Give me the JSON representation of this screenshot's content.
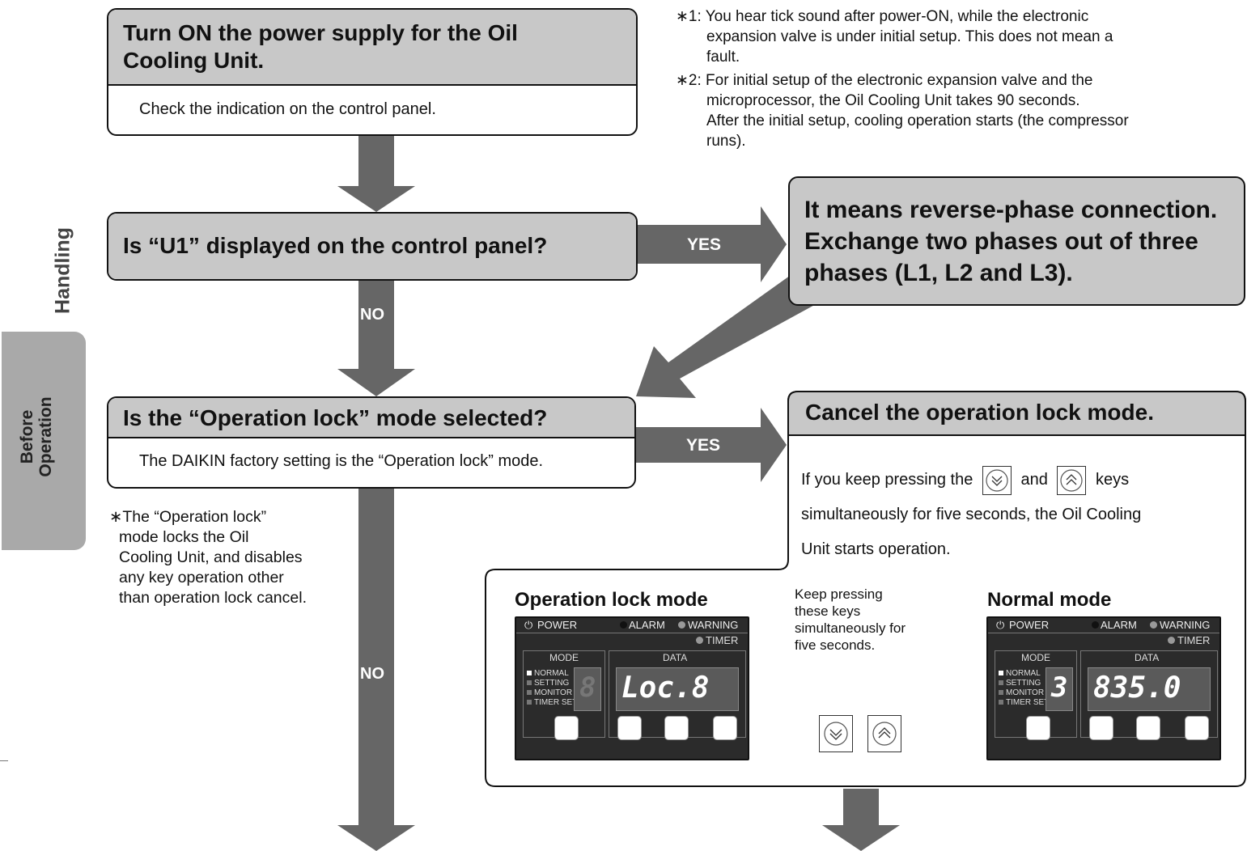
{
  "side": {
    "handling": "Handling",
    "before_operation_1": "Before",
    "before_operation_2": "Operation"
  },
  "notes": {
    "n1_l1": "∗1: You hear tick sound after power-ON, while the electronic",
    "n1_l2": "expansion valve is under initial setup. This does not mean a",
    "n1_l3": "fault.",
    "n2_l1": "∗2: For initial setup of the electronic expansion valve and the",
    "n2_l2": "microprocessor, the Oil Cooling Unit takes 90 seconds.",
    "n2_l3": "After the initial setup, cooling operation starts (the compressor",
    "n2_l4": "runs)."
  },
  "step1": {
    "title_l1": "Turn ON the power supply for the Oil",
    "title_l2": "Cooling Unit.",
    "body": "Check the indication on the control panel."
  },
  "step2": {
    "title": "Is “U1” displayed on the control panel?",
    "yes": "YES",
    "no": "NO"
  },
  "reverse": {
    "l1": "It means reverse-phase connection.",
    "l2": "Exchange two phases out of three",
    "l3": "phases (L1, L2 and L3)."
  },
  "step3": {
    "title": "Is the “Operation lock” mode selected?",
    "body": "The DAIKIN factory setting is the “Operation lock” mode.",
    "yes": "YES",
    "no": "NO",
    "note_l1": "∗The “Operation lock”",
    "note_l2": "mode locks the Oil",
    "note_l3": "Cooling Unit, and disables",
    "note_l4": "any key operation other",
    "note_l5": "than operation lock cancel."
  },
  "cancel": {
    "title": "Cancel the operation lock mode.",
    "l1a": "If you keep pressing the",
    "l1b": "and",
    "l1c": "keys",
    "l2": "simultaneously for five seconds, the Oil Cooling",
    "l3": "Unit starts operation."
  },
  "panels": {
    "lock_title": "Operation lock mode",
    "normal_title": "Normal mode",
    "instr_l1": "Keep pressing",
    "instr_l2": "these keys",
    "instr_l3": "simultaneously for",
    "instr_l4": "five seconds.",
    "power": "POWER",
    "alarm": "ALARM",
    "warning": "WARNING",
    "timer": "TIMER",
    "mode": "MODE",
    "data": "DATA",
    "normal": "NORMAL",
    "setting": "SETTING",
    "monitor": "MONITOR",
    "timer_set": "TIMER SET",
    "lock_mode_digit": "8",
    "lock_data": "Loc.8",
    "normal_mode_digit": "3",
    "normal_data": "835.0"
  }
}
